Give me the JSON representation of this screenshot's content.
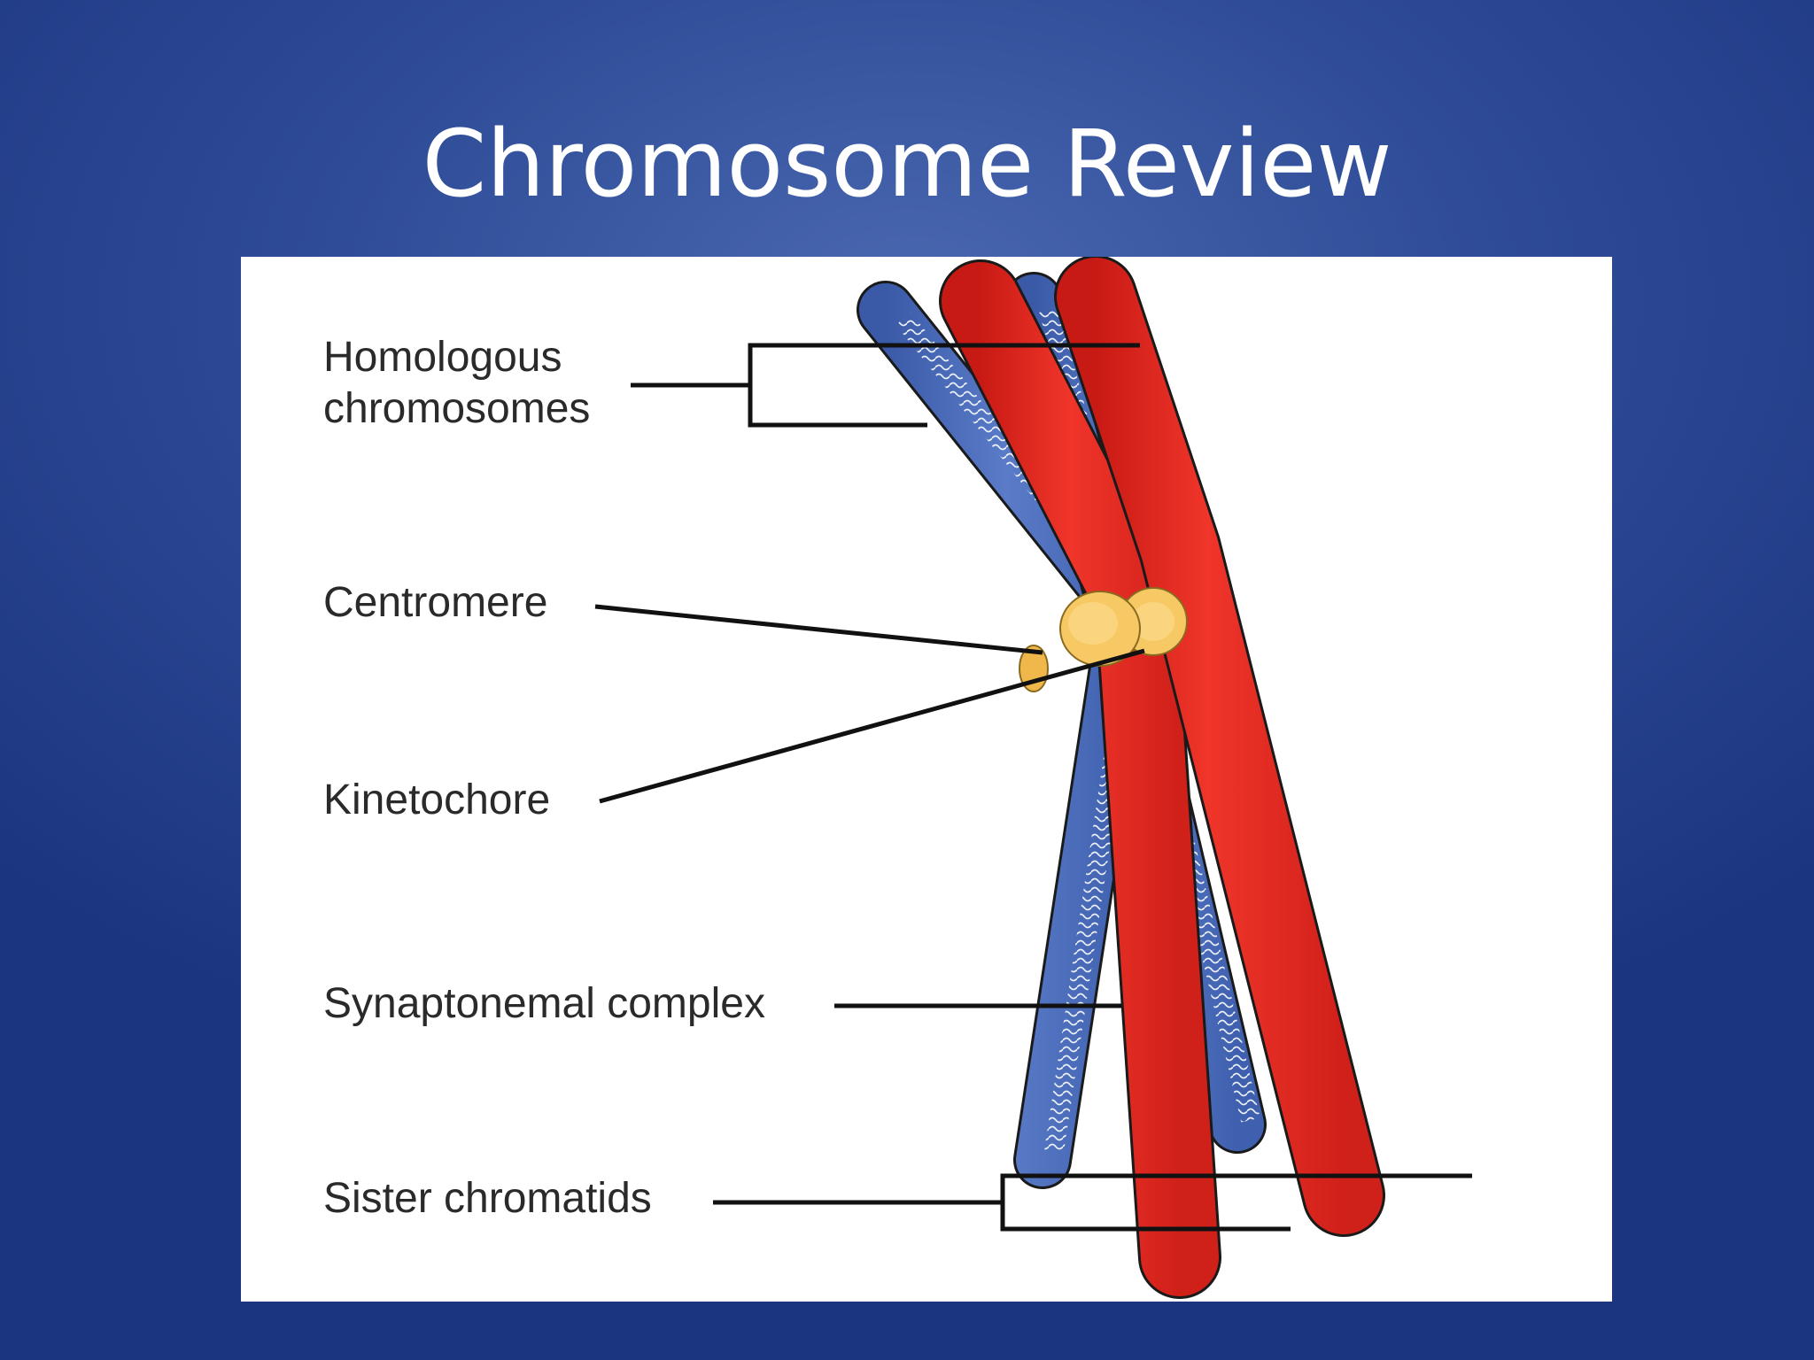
{
  "slide": {
    "title": "Chromosome Review"
  },
  "diagram": {
    "labels": {
      "homologous_line1": "Homologous",
      "homologous_line2": "chromosomes",
      "centromere": "Centromere",
      "kinetochore": "Kinetochore",
      "synaptonemal_complex": "Synaptonemal complex",
      "sister_chromatids": "Sister chromatids"
    }
  },
  "colors": {
    "background": "#2f4c98",
    "chromatid_red": "#e8281e",
    "chromatid_blue": "#4a6ec0",
    "centromere_yellow": "#f7c964"
  }
}
